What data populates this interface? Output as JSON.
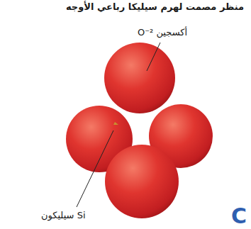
{
  "diagram": {
    "title": "منظر مصمت لهرم سيليكا رباعي الأوجه",
    "labels": [
      "أكسجين O⁻²",
      "Si سيليكون",
      "C"
    ]
  }
}
